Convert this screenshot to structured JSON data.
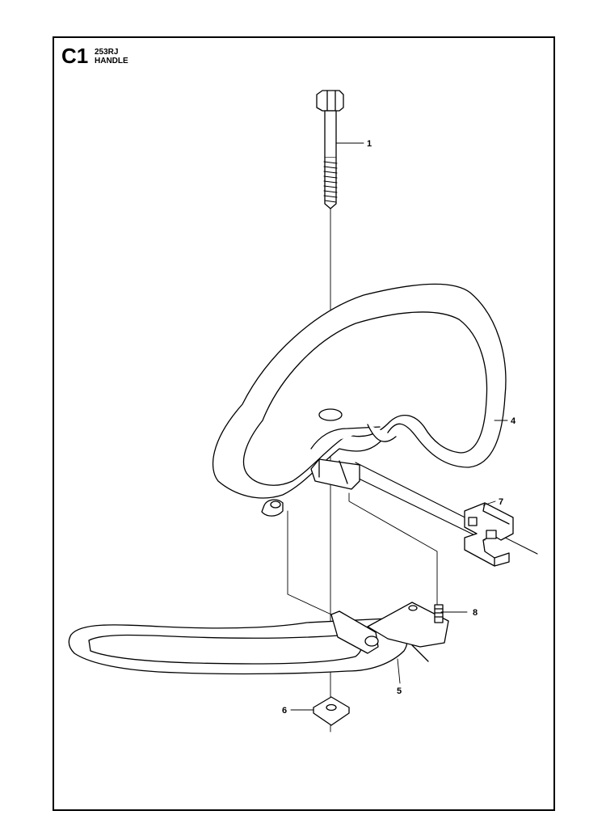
{
  "header": {
    "section_code": "C1",
    "model": "253RJ",
    "title": "HANDLE"
  },
  "callouts": [
    {
      "id": "1",
      "part": "bolt"
    },
    {
      "id": "4",
      "part": "loop-handle-upper"
    },
    {
      "id": "5",
      "part": "handle-lower-bracket"
    },
    {
      "id": "6",
      "part": "square-nut"
    },
    {
      "id": "7",
      "part": "spacer-clamp"
    },
    {
      "id": "8",
      "part": "stud"
    }
  ],
  "colors": {
    "line": "#000000",
    "background": "#ffffff"
  }
}
